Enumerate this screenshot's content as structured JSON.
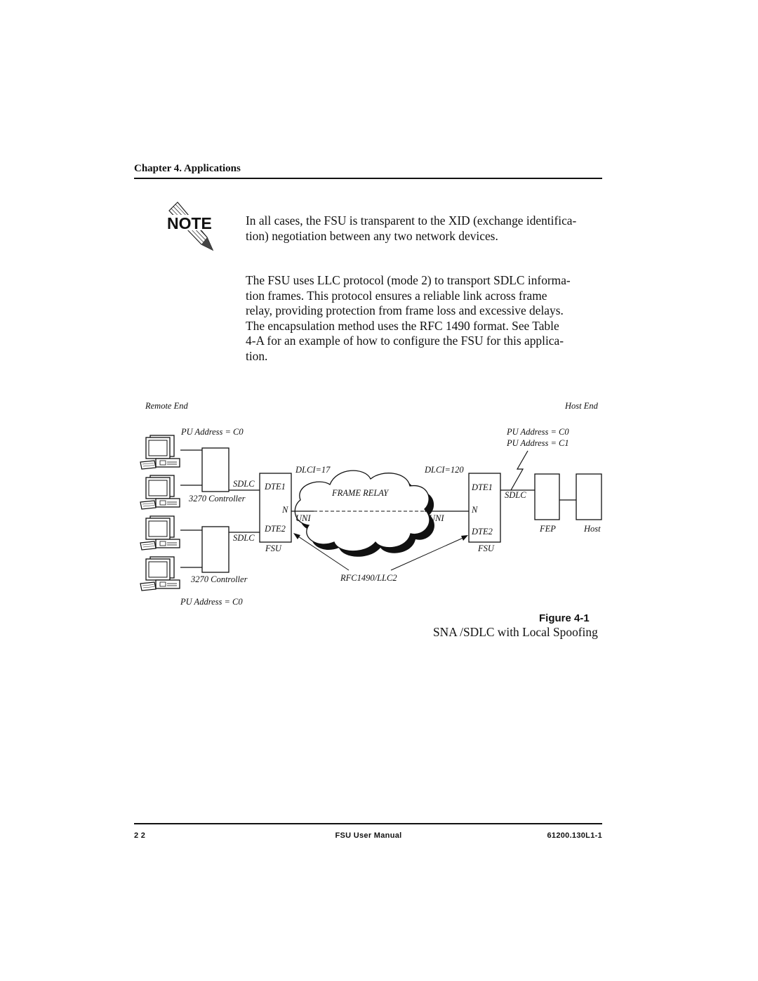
{
  "header": {
    "chapter": "Chapter 4.  Applications"
  },
  "note": {
    "icon_label": "NOTE",
    "lines": [
      "In all cases, the FSU is transparent to the XID (exchange identifica-",
      "tion) negotiation between any two network devices."
    ]
  },
  "body": {
    "lines": [
      "The FSU uses LLC protocol (mode 2) to transport SDLC informa-",
      "tion frames.  This protocol ensures a reliable link across frame",
      "relay, providing protection from frame loss and excessive delays.",
      "The encapsulation method uses the RFC 1490 format.  See Table",
      "4-A for an example of how to configure the FSU for this applica-",
      "tion."
    ]
  },
  "diagram": {
    "remote_end": "Remote End",
    "host_end": "Host End",
    "pu_top_left": "PU Address = C0",
    "pu_bottom_left": "PU Address = C0",
    "pu_host_1": "PU Address = C0",
    "pu_host_2": "PU Address = C1",
    "controller_1": "3270 Controller",
    "controller_2": "3270 Controller",
    "sdlc_1": "SDLC",
    "sdlc_2": "SDLC",
    "sdlc_host": "SDLC",
    "dlci_left": "DLCI=17",
    "dlci_right": "DLCI=120",
    "dte1_left": "DTE1",
    "dte2_left": "DTE2",
    "n_left": "N",
    "fsu_left": "FSU",
    "dte1_right": "DTE1",
    "dte2_right": "DTE2",
    "n_right": "N",
    "fsu_right": "FSU",
    "uni_left": "UNI",
    "uni_right": "UNI",
    "frame_relay": "FRAME RELAY",
    "rfc": "RFC1490/LLC2",
    "fep": "FEP",
    "host": "Host"
  },
  "figure": {
    "label": "Figure 4-1",
    "caption": "SNA /SDLC with Local Spoofing"
  },
  "footer": {
    "page": "2 2",
    "title": "FSU User Manual",
    "doc_id": "61200.130L1-1"
  }
}
